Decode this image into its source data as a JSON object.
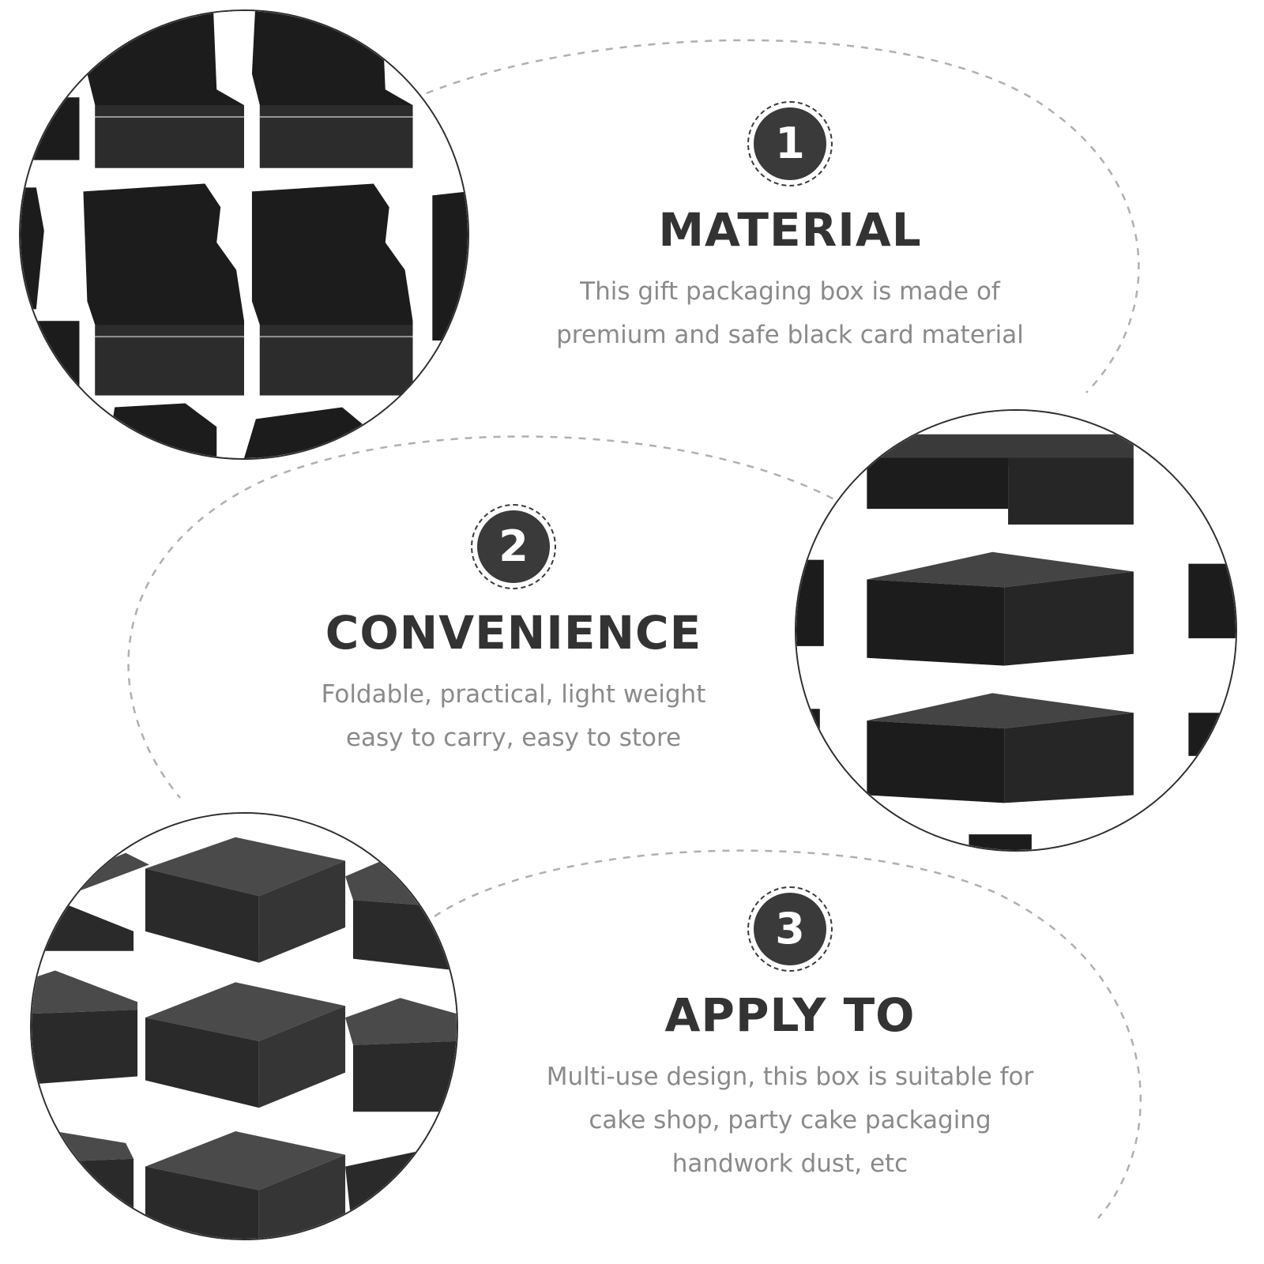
{
  "features": [
    {
      "number": "1",
      "title": "MATERIAL",
      "desc_lines": [
        "This gift packaging box is made of",
        "premium and safe black card material"
      ]
    },
    {
      "number": "2",
      "title": "CONVENIENCE",
      "desc_lines": [
        "Foldable, practical, light weight",
        "easy to carry, easy to store"
      ]
    },
    {
      "number": "3",
      "title": "APPLY TO",
      "desc_lines": [
        "Multi-use design, this box is suitable for",
        "cake shop, party cake packaging",
        "handwork dust, etc"
      ]
    }
  ],
  "photos": [
    {
      "subject": "open black boxes grid"
    },
    {
      "subject": "closed black boxes stacked"
    },
    {
      "subject": "closed black boxes angled grid"
    }
  ],
  "colors": {
    "badge": "#3a3a3a",
    "title": "#333333",
    "description": "#8a8a8a",
    "dashed_line": "#b0b0b0",
    "box_dark": "#1c1c1c",
    "box_grey": "#3a3a3a"
  }
}
